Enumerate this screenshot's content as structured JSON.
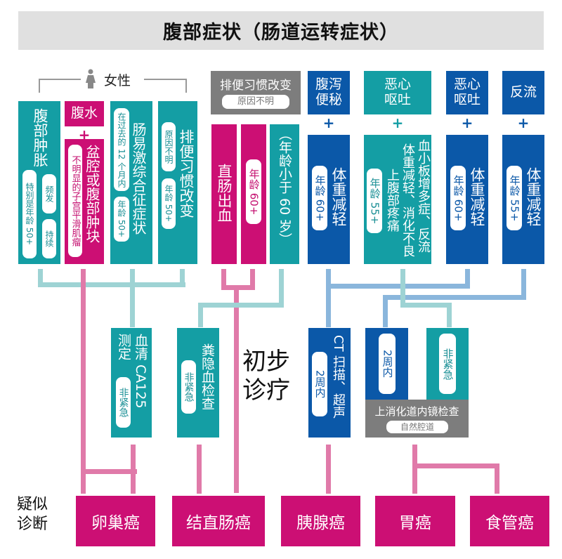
{
  "title": "腹部症状（肠道运转症状）",
  "colors": {
    "teal": "#149ea4",
    "magenta": "#cc0f74",
    "blue": "#0b58a8",
    "gray": "#7d7d7d",
    "line_teal": "#9ed3d4",
    "line_pink": "#e07aa9",
    "line_blue": "#8ab6dc"
  },
  "female_group": {
    "icon": "female-person-icon",
    "label": "女性"
  },
  "symptoms": {
    "abdominal_mass": {
      "label": "腹部肿胀",
      "pills": [
        "特别是年龄 50+",
        "频发",
        "持续"
      ]
    },
    "ascites": {
      "top": "腹水",
      "plus": "+",
      "label": "盆腔或腹部肿块",
      "pill": "不明显的子宫平滑肌瘤"
    },
    "ibs": {
      "label": "肠易激综合征症状",
      "pills": [
        "在过去的 12 个月内",
        "年龄 50+"
      ]
    },
    "bowel_change_f": {
      "label": "排便习惯改变",
      "pills": [
        "原因不明",
        "年龄 50+"
      ]
    },
    "bowel_change_group": {
      "title": "排便习惯改变",
      "subtitle": "原因不明"
    },
    "rectal_bleeding": {
      "label": "直肠出血"
    },
    "age60": {
      "pill": "年龄 60+"
    },
    "under60": {
      "label": "（年龄小于 60 岁）"
    },
    "diarrhea": {
      "top": "腹泻便秘",
      "plus": "+",
      "label": "体重减轻",
      "pill": "年龄 60+"
    },
    "nausea1": {
      "top": "恶心呕吐",
      "plus": "+",
      "label_a": "血小板增多症、反流",
      "label_b": "体重减轻、消化不良",
      "label_c": "上腹部疼痛",
      "pill": "年龄 55+"
    },
    "nausea2": {
      "top": "恶心呕吐",
      "plus": "+",
      "label": "体重减轻",
      "pill": "年龄 60+"
    },
    "reflux": {
      "top": "反流",
      "plus": "+",
      "label": "体重减轻",
      "pill": "年龄 55+"
    }
  },
  "tests": {
    "section_label": "初步诊疗",
    "ca125": {
      "label_a": "血清 CA125",
      "label_b": "测定",
      "pill": "非紧急"
    },
    "fobt": {
      "label": "粪隐血检查",
      "pill": "非紧急"
    },
    "ct": {
      "label": "CT 扫描、超声",
      "pill": "2周内"
    },
    "endoscopy": {
      "pill_a": "2周内",
      "pill_b": "非紧急",
      "title": "上消化道内镜检查",
      "subtitle": "自然腔道"
    }
  },
  "diagnosis": {
    "section_label_a": "疑似",
    "section_label_b": "诊断",
    "items": [
      "卵巢癌",
      "结直肠癌",
      "胰腺癌",
      "胃癌",
      "食管癌"
    ]
  }
}
